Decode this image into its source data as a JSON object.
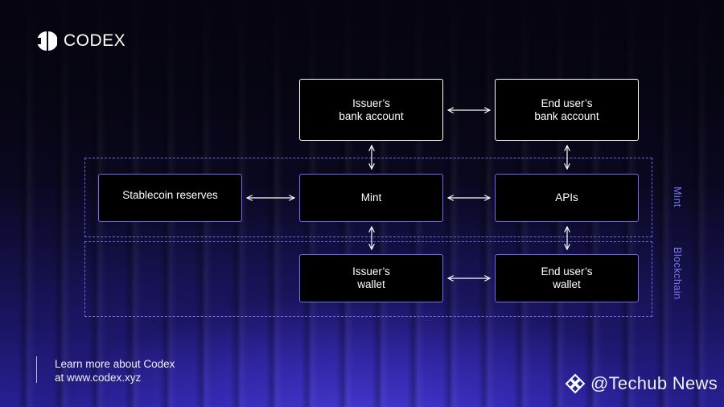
{
  "brand": {
    "name": "CODEX",
    "icon": "codex-logo-icon"
  },
  "diagram": {
    "nodes": {
      "issuer_bank": "Issuer’s\nbank account",
      "end_user_bank": "End user’s\nbank account",
      "stablecoin_reserves": "Stablecoin reserves",
      "mint": "Mint",
      "apis": "APIs",
      "issuer_wallet": "Issuer’s\nwallet",
      "end_user_wallet": "End user’s\nwallet"
    },
    "zones": {
      "mint": "Mint",
      "blockchain": "Blockchain"
    },
    "edges": [
      [
        "issuer_bank",
        "end_user_bank"
      ],
      [
        "issuer_bank",
        "mint"
      ],
      [
        "end_user_bank",
        "apis"
      ],
      [
        "stablecoin_reserves",
        "mint"
      ],
      [
        "mint",
        "apis"
      ],
      [
        "mint",
        "issuer_wallet"
      ],
      [
        "apis",
        "end_user_wallet"
      ],
      [
        "issuer_wallet",
        "end_user_wallet"
      ]
    ],
    "colors": {
      "accent": "#6f6cf2",
      "zone_border": "#6e6bd8",
      "node_fill": "#000000",
      "arrow": "#ffffff"
    }
  },
  "footer": {
    "line1": "Learn more about Codex",
    "line2": "at www.codex.xyz"
  },
  "watermark": {
    "text": "@Techub News",
    "icon": "binance-diamond-icon"
  }
}
